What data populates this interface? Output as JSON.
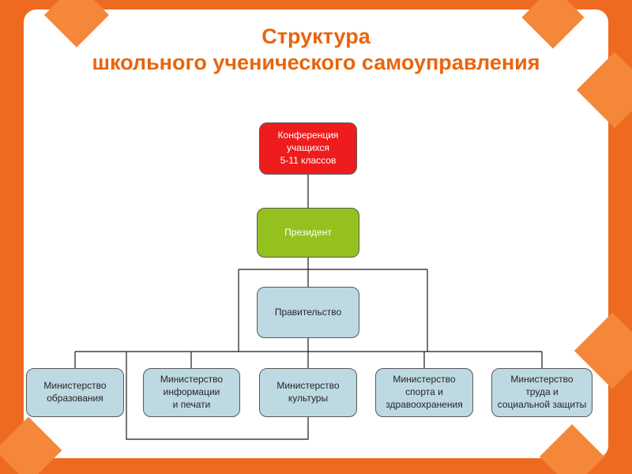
{
  "slide": {
    "title_line1": "Структура",
    "title_line2": "школьного ученического самоуправления"
  },
  "diagram": {
    "nodes": [
      {
        "id": "conference",
        "label": "Конференция\nучащихся\n5-11 классов",
        "fill": "#ee1c1c",
        "text_color": "#ffffff"
      },
      {
        "id": "president",
        "label": "Президент",
        "fill": "#95c11f",
        "text_color": "#ffffff"
      },
      {
        "id": "government",
        "label": "Правительство",
        "fill": "#bdd9e2",
        "text_color": "#262626"
      },
      {
        "id": "ministry-education",
        "label": "Министерство\nобразования",
        "fill": "#bdd9e2",
        "text_color": "#262626"
      },
      {
        "id": "ministry-information",
        "label": "Министерство\nинформации\nи печати",
        "fill": "#bdd9e2",
        "text_color": "#262626"
      },
      {
        "id": "ministry-culture",
        "label": "Министерство\nкультуры",
        "fill": "#bdd9e2",
        "text_color": "#262626"
      },
      {
        "id": "ministry-sport",
        "label": "Министерство\nспорта и\nздравоохранения",
        "fill": "#bdd9e2",
        "text_color": "#262626"
      },
      {
        "id": "ministry-labor",
        "label": "Министерство\nтруда и\nсоциальной защиты",
        "fill": "#bdd9e2",
        "text_color": "#262626"
      }
    ],
    "edges": [
      {
        "from": "conference",
        "to": "president"
      },
      {
        "from": "president",
        "to": "government"
      },
      {
        "from": "government",
        "to": "ministry-education"
      },
      {
        "from": "government",
        "to": "ministry-information"
      },
      {
        "from": "government",
        "to": "ministry-culture"
      },
      {
        "from": "government",
        "to": "ministry-sport"
      },
      {
        "from": "government",
        "to": "ministry-labor"
      }
    ],
    "colors": {
      "frame": "#ef6a21",
      "diamond": "#f5873b",
      "title": "#e8650e",
      "node_red": "#ee1c1c",
      "node_green": "#95c11f",
      "node_blue": "#bdd9e2",
      "node_border": "#595959",
      "connector": "#1a1a1a"
    }
  }
}
